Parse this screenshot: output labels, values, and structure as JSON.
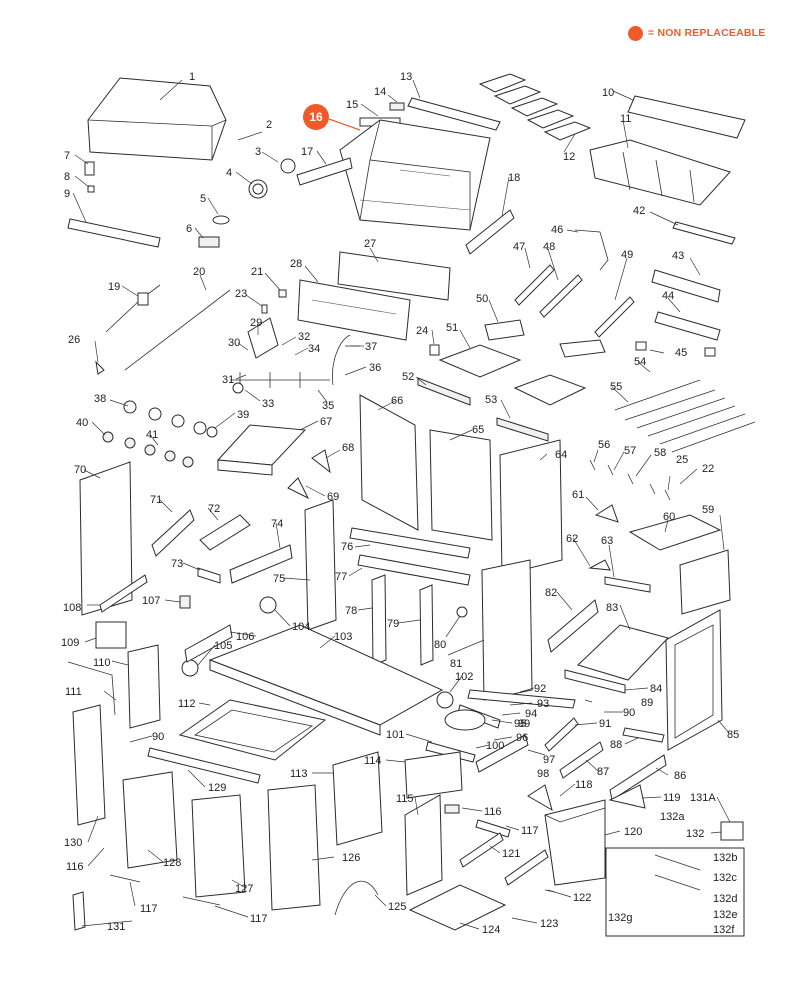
{
  "legend": {
    "symbol": "non-replaceable-dot",
    "text": "= NON REPLACEABLE",
    "color": "#f05a28"
  },
  "highlight": {
    "label": "16",
    "color": "#f05a28"
  },
  "parts": [
    "1",
    "2",
    "3",
    "4",
    "5",
    "6",
    "7",
    "8",
    "9",
    "10",
    "11",
    "12",
    "13",
    "14",
    "15",
    "17",
    "18",
    "19",
    "20",
    "21",
    "22",
    "23",
    "24",
    "25",
    "26",
    "27",
    "28",
    "29",
    "30",
    "31",
    "32",
    "33",
    "34",
    "35",
    "36",
    "37",
    "38",
    "39",
    "40",
    "41",
    "42",
    "43",
    "44",
    "45",
    "46",
    "47",
    "48",
    "49",
    "50",
    "51",
    "52",
    "53",
    "54",
    "55",
    "56",
    "57",
    "58",
    "59",
    "60",
    "61",
    "62",
    "63",
    "64",
    "65",
    "66",
    "67",
    "68",
    "69",
    "70",
    "71",
    "72",
    "73",
    "74",
    "75",
    "76",
    "77",
    "78",
    "79",
    "80",
    "81",
    "82",
    "83",
    "84",
    "85",
    "86",
    "87",
    "88",
    "89",
    "90",
    "91",
    "92",
    "93",
    "94",
    "95",
    "96",
    "97",
    "98",
    "99",
    "100",
    "101",
    "102",
    "103",
    "104",
    "105",
    "106",
    "107",
    "108",
    "109",
    "110",
    "111",
    "112",
    "113",
    "114",
    "115",
    "116",
    "117",
    "118",
    "119",
    "120",
    "121",
    "122",
    "123",
    "124",
    "125",
    "126",
    "127",
    "128",
    "129",
    "130",
    "131",
    "131A",
    "132",
    "132a",
    "132b",
    "132c",
    "132d",
    "132e",
    "132f",
    "132g"
  ]
}
